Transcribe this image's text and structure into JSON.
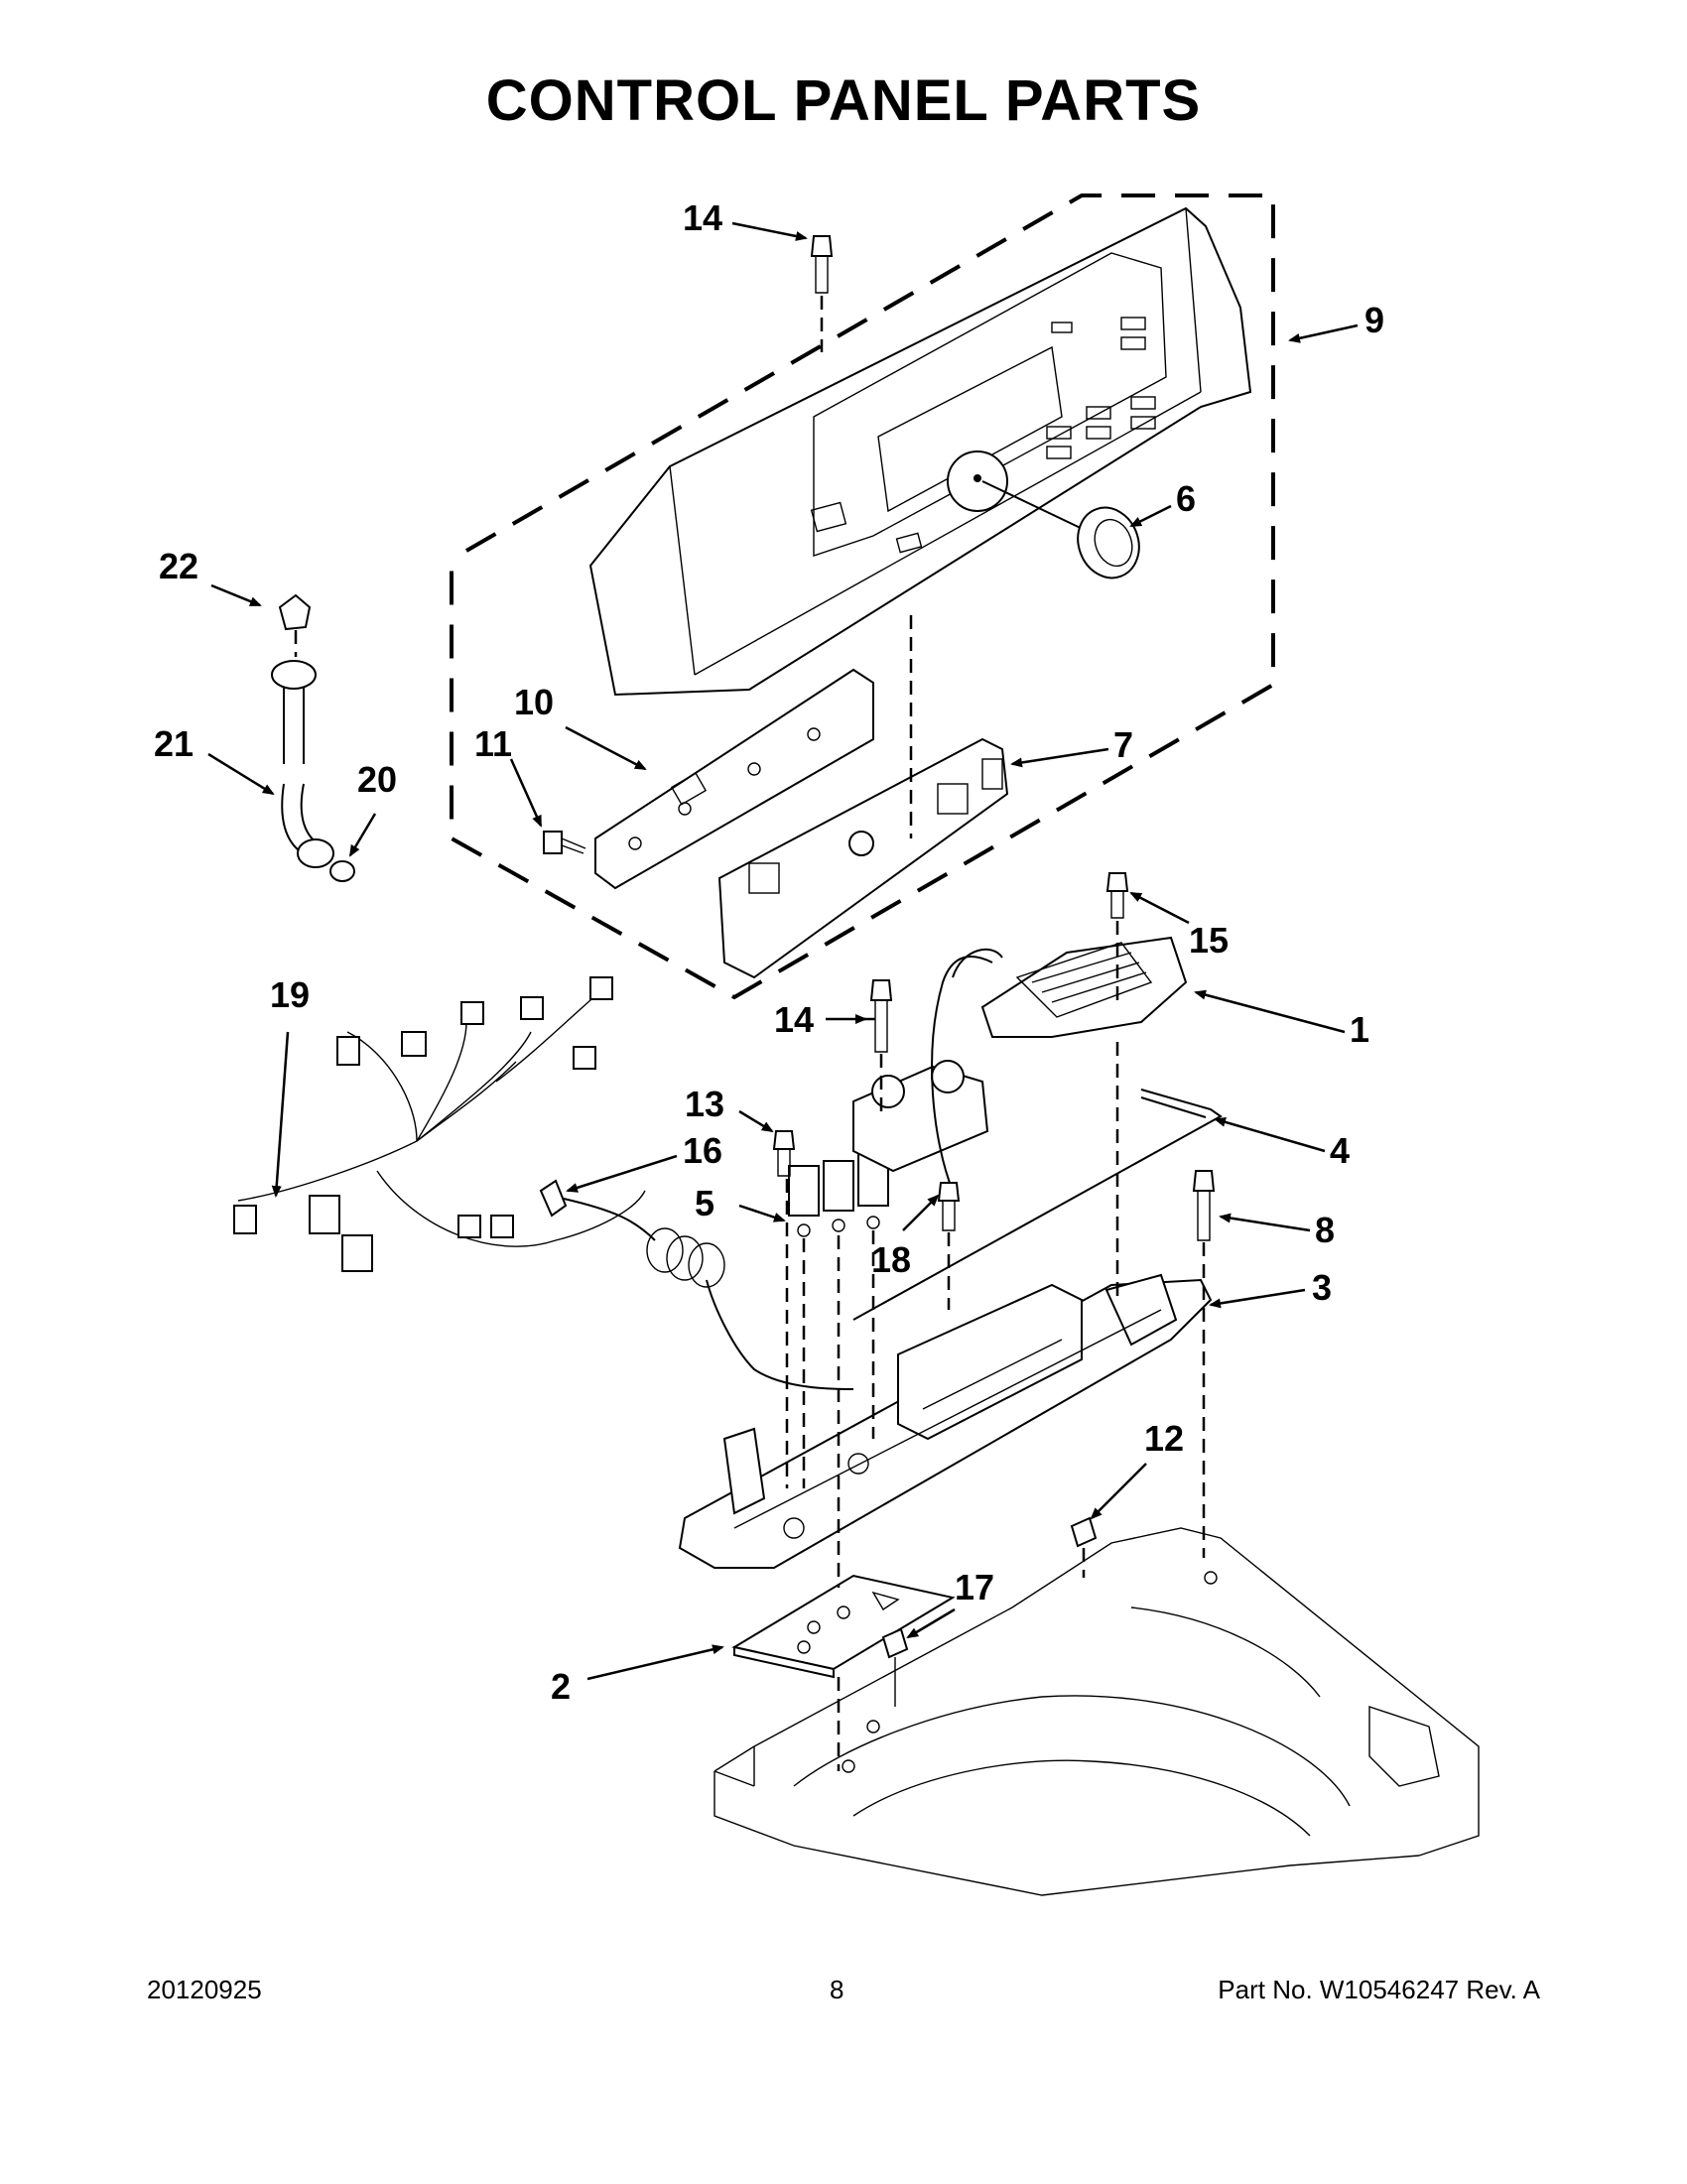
{
  "title": "CONTROL PANEL PARTS",
  "callouts": {
    "c1": "1",
    "c2": "2",
    "c3": "3",
    "c4": "4",
    "c5": "5",
    "c6": "6",
    "c7": "7",
    "c8": "8",
    "c9": "9",
    "c10": "10",
    "c11": "11",
    "c12": "12",
    "c13": "13",
    "c14a": "14",
    "c14b": "14",
    "c15": "15",
    "c16": "16",
    "c17": "17",
    "c18": "18",
    "c19": "19",
    "c20": "20",
    "c21": "21",
    "c22": "22"
  },
  "footer": {
    "date": "20120925",
    "page": "8",
    "part": "Part No.  W10546247  Rev.  A"
  }
}
